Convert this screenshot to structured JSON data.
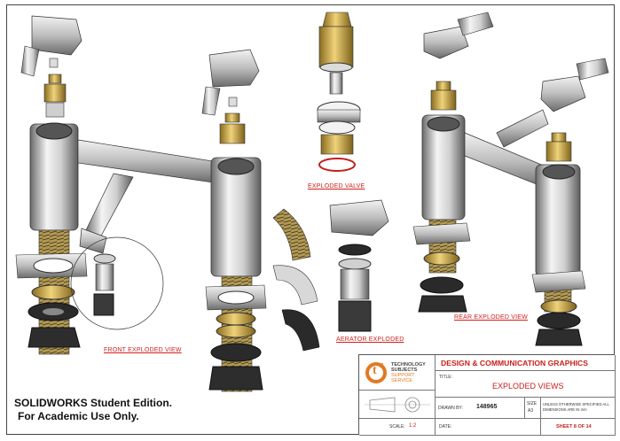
{
  "labels": {
    "exploded_valve": "EXPLODED VALVE",
    "front_view": "FRONT EXPLODED VIEW",
    "aerator": "AERATOR EXPLODED",
    "rear_view": "REAR EXPLODED VIEW"
  },
  "watermark": {
    "line1": "SOLIDWORKS Student Edition.",
    "line2": "For Academic Use Only."
  },
  "title_block": {
    "logo_mark": "t",
    "logo_sup": "4",
    "logo_line1": "TECHNOLOGY",
    "logo_line2": "SUBJECTS",
    "logo_line3": "SUPPORT",
    "logo_line4": "SERVICE",
    "subject": "DESIGN & COMMUNICATION GRAPHICS",
    "title_label": "TITLE:",
    "title_value": "EXPLODED VIEWS",
    "drawn_by_label": "DRAWN BY:",
    "drawn_by_value": "148965",
    "size_label": "SIZE",
    "size_value": "A3",
    "note_line1": "UNLESS OTHERWISE SPECIFIED ALL",
    "note_line2": "DIMENSIONS ARE IN mm",
    "scale_label": "SCALE:",
    "scale_value": "1:2",
    "date_label": "DATE:",
    "sheet": "SHEET 8 OF 14"
  },
  "colors": {
    "chrome_light": "#e8e8e8",
    "chrome_dark": "#5a5a5a",
    "brass": "#c9a646",
    "thread": "#8a7a45",
    "rubber": "#2a2a2a",
    "label_red": "#d0211c"
  }
}
